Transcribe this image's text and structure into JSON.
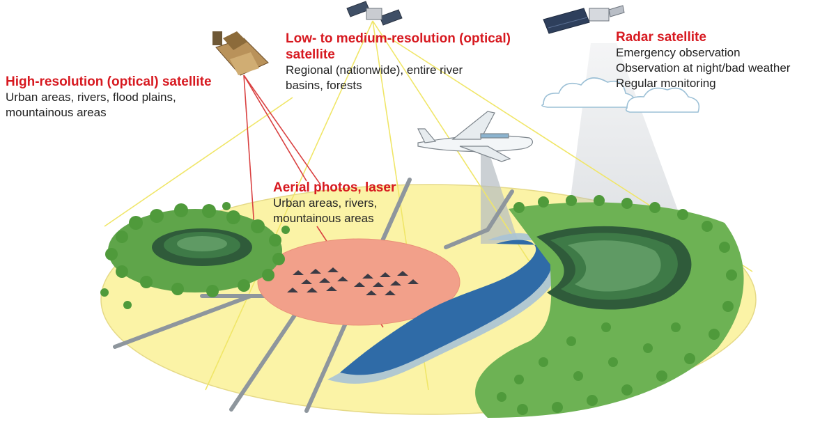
{
  "diagram": {
    "high_res": {
      "title": "High-resolution (optical) satellite",
      "lines": [
        "Urban areas, rivers, flood plains,",
        "mountainous areas"
      ]
    },
    "low_med": {
      "title_lines": [
        "Low- to medium-resolution (optical)",
        "satellite"
      ],
      "lines": [
        "Regional (nationwide), entire river",
        "basins, forests"
      ]
    },
    "radar": {
      "title": "Radar satellite",
      "lines": [
        "Emergency observation",
        "Observation at night/bad weather",
        "Regular monitoring"
      ]
    },
    "aerial": {
      "title": "Aerial photos, laser",
      "lines": [
        "Urban areas, rivers,",
        "mountainous areas"
      ]
    }
  },
  "colors": {
    "title_red": "#d71920",
    "ground": "#fbf3a6",
    "urban_circle": "#f2a08a",
    "river": "#2f6ba7",
    "river_edge": "#a9c3d6",
    "forest": "#5fa54a",
    "coverage_line_yellow": "#f0e668",
    "coverage_line_red": "#d94040"
  }
}
